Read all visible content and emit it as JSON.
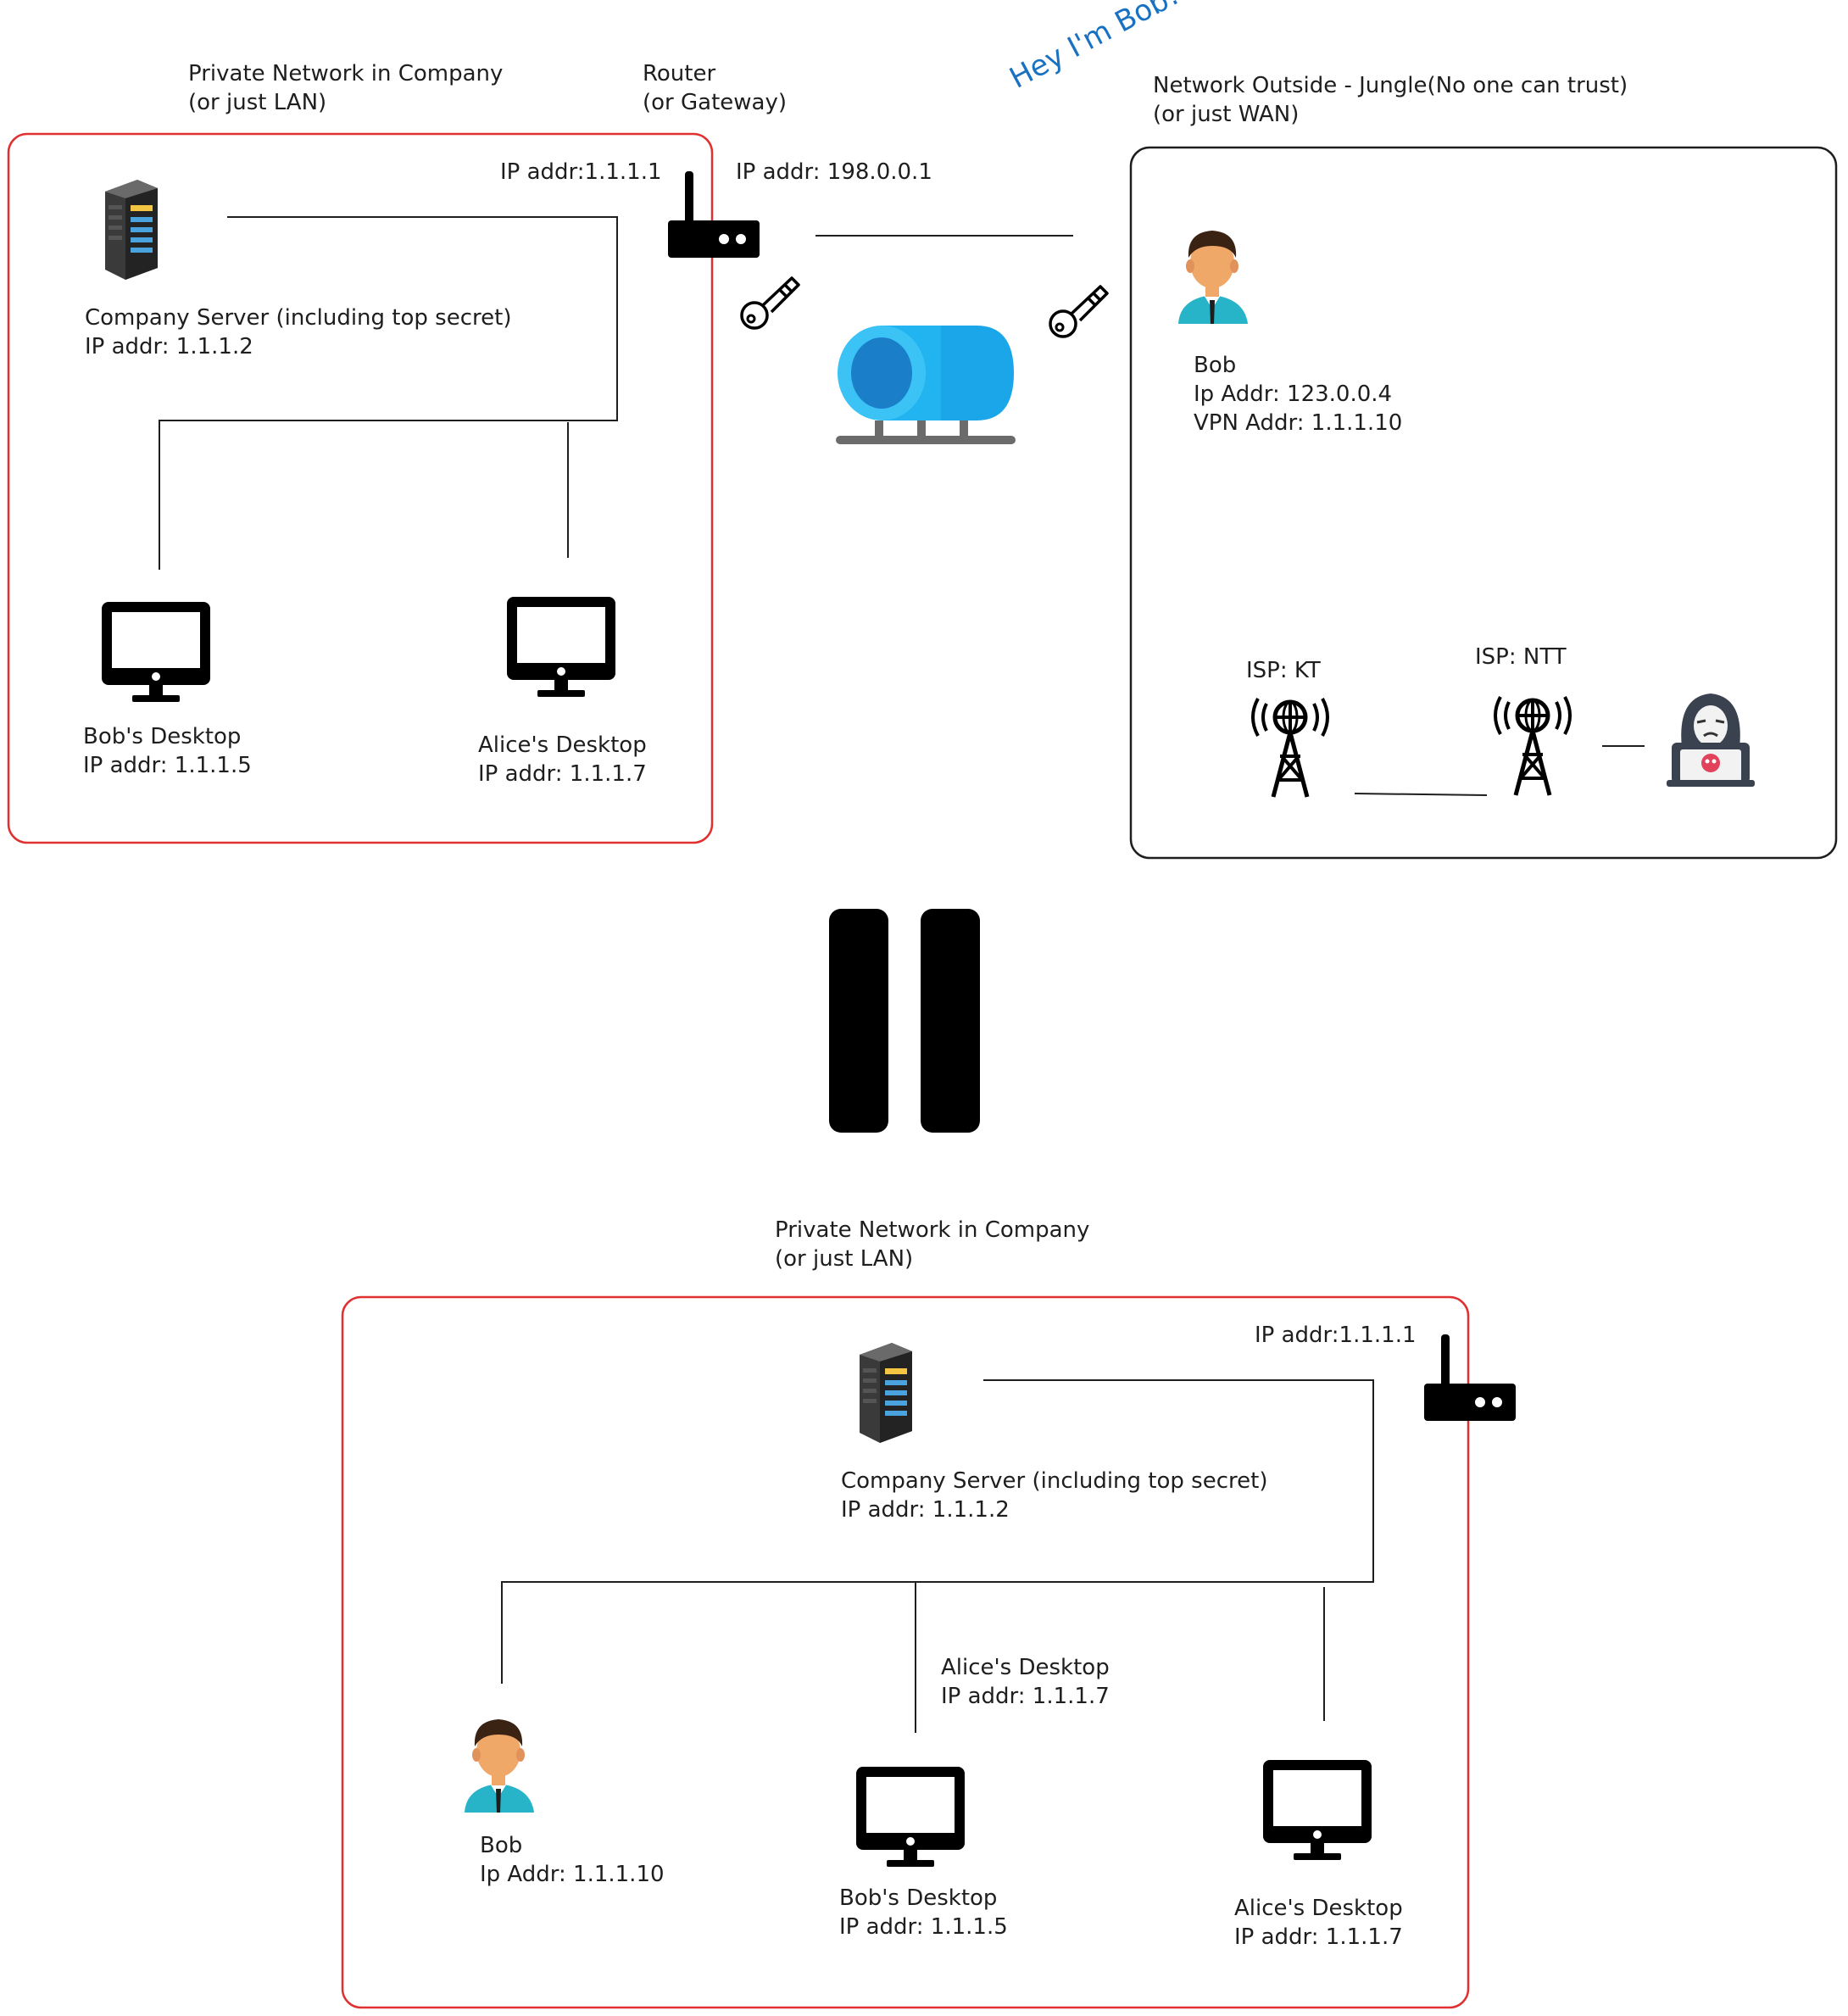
{
  "top_lan": {
    "title": "Private Network in Company",
    "subtitle": "(or just LAN)",
    "router_ip": "IP addr:1.1.1.1",
    "server": {
      "label": "Company Server (including top secret)",
      "ip": "IP addr: 1.1.1.2"
    },
    "bob_desktop": {
      "label": "Bob's Desktop",
      "ip": "IP addr: 1.1.1.5"
    },
    "alice_desktop": {
      "label": "Alice's Desktop",
      "ip": "IP addr: 1.1.1.7"
    }
  },
  "router": {
    "title": "Router",
    "subtitle": "(or Gateway)",
    "wan_ip": "IP addr: 198.0.0.1"
  },
  "speech": "Hey I'm Bob!",
  "wan": {
    "title": "Network Outside - Jungle(No one can trust)",
    "subtitle": "(or just WAN)",
    "bob": {
      "name": "Bob",
      "ip": "Ip Addr: 123.0.0.4",
      "vpn": "VPN Addr: 1.1.1.10"
    },
    "isp1": "ISP: KT",
    "isp2": "ISP: NTT"
  },
  "bottom_lan": {
    "title": "Private Network in Company",
    "subtitle": "(or just LAN)",
    "router_ip": "IP addr:1.1.1.1",
    "server": {
      "label": "Company Server (including top secret)",
      "ip": "IP addr: 1.1.1.2"
    },
    "bob": {
      "name": "Bob",
      "ip": "Ip Addr: 1.1.1.10"
    },
    "alice_desktop_mid": {
      "label": "Alice's Desktop",
      "ip": "IP addr: 1.1.1.7"
    },
    "bob_desktop": {
      "label": "Bob's Desktop",
      "ip": "IP addr: 1.1.1.5"
    },
    "alice_desktop": {
      "label": "Alice's Desktop",
      "ip": "IP addr: 1.1.1.7"
    }
  },
  "colors": {
    "lan_border": "#e03131",
    "wan_border": "#1e1e1e",
    "annotation": "#1971c2",
    "tunnel": "#1aa6e8"
  }
}
